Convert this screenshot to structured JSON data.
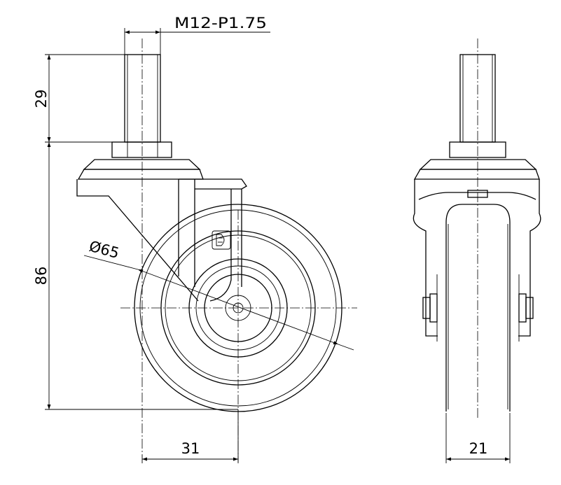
{
  "drawing": {
    "thread_spec": "M12-P1.75",
    "stem_height": "29",
    "total_height": "86",
    "wheel_diameter": "Ø65",
    "offset": "31",
    "wheel_width": "21",
    "logo_icon": "d-logo-icon"
  }
}
